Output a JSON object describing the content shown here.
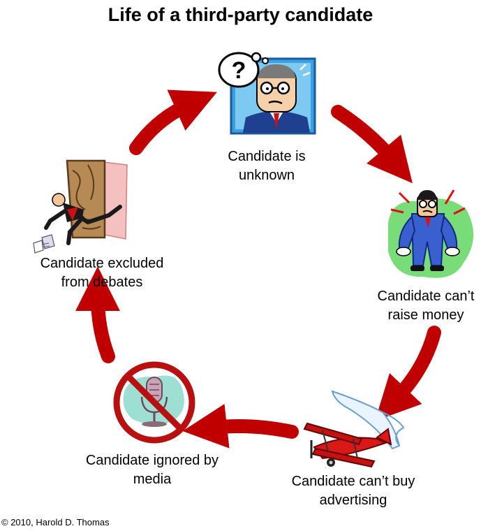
{
  "title": "Life of a third-party candidate",
  "stages": [
    {
      "id": "unknown",
      "line1": "Candidate is",
      "line2": "unknown",
      "icon": "confused-man-icon"
    },
    {
      "id": "money",
      "line1": "Candidate can’t",
      "line2": "raise money",
      "icon": "empty-pockets-man-icon"
    },
    {
      "id": "advertising",
      "line1": "Candidate can’t buy",
      "line2": "advertising",
      "icon": "biplane-banner-icon"
    },
    {
      "id": "media",
      "line1": "Candidate ignored by",
      "line2": "media",
      "icon": "no-microphone-icon"
    },
    {
      "id": "debates",
      "line1": "Candidate excluded",
      "line2": "from debates",
      "icon": "man-shut-out-by-door-icon"
    }
  ],
  "question_mark": "?",
  "arrow_color": "#c00000",
  "copyright": "© 2010, Harold D. Thomas"
}
